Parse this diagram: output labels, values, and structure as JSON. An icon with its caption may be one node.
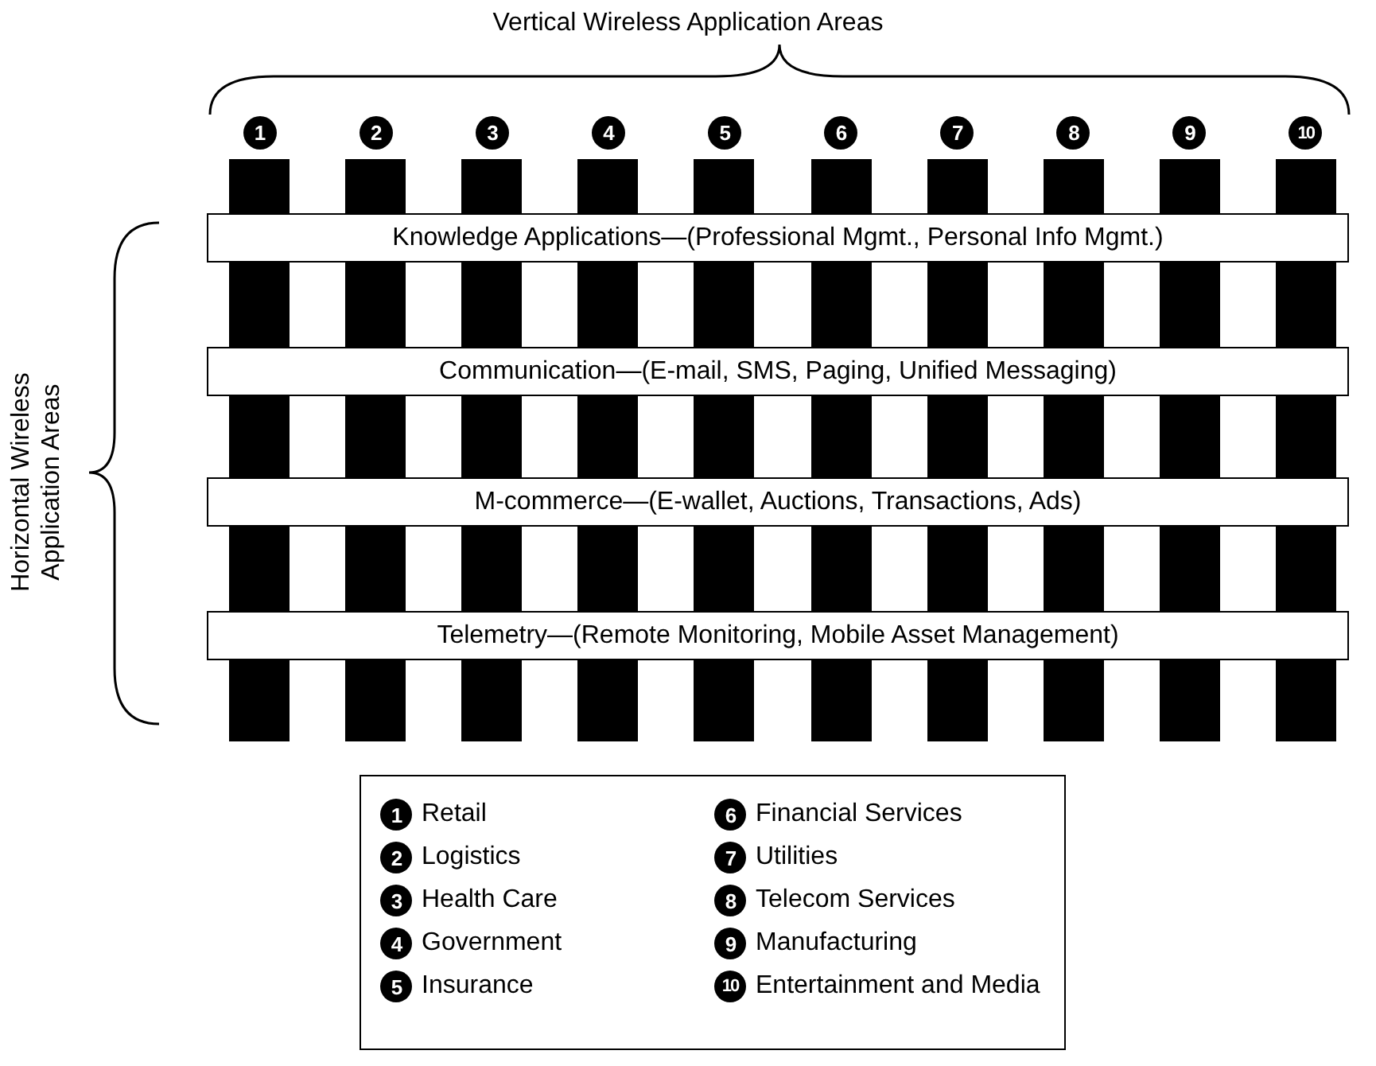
{
  "diagram": {
    "title": "Vertical Wireless Application Areas",
    "nodes": [
      {
        "text": [
          "Knowledge Applications—(Professional Mgmt., Personal Info Mgmt.)"
        ]
      },
      {
        "text": [
          "Communication—(E-mail, SMS, Paging, Unified Messaging)"
        ]
      },
      {
        "text": [
          "M-commerce—(E-wallet, Auctions, Transactions, Ads)"
        ]
      },
      {
        "text": [
          "Telemetry—(Remote Monitoring, Mobile Asset Management)"
        ]
      },
      {
        "text": [],
        "shape": "bar"
      },
      {
        "text": [],
        "shape": "bar"
      },
      {
        "text": [],
        "shape": "bar"
      },
      {
        "text": [],
        "shape": "bar"
      },
      {
        "text": [],
        "shape": "bar"
      },
      {
        "text": [],
        "shape": "bar"
      },
      {
        "text": [],
        "shape": "bar"
      },
      {
        "text": [],
        "shape": "bar"
      },
      {
        "text": [],
        "shape": "bar"
      },
      {
        "text": [],
        "shape": "bar"
      }
    ],
    "labels": [
      "Horizontal Wireless Application Areas",
      "1",
      "2",
      "3",
      "4",
      "5",
      "6",
      "7",
      "8",
      "9",
      "10",
      "1",
      "Retail",
      "6",
      "Financial Services",
      "2",
      "Logistics",
      "7",
      "Utilities",
      "3",
      "Health Care",
      "8",
      "Telecom Services",
      "4",
      "Government",
      "9",
      "Manufacturing",
      "5",
      "Insurance",
      "10",
      "Entertainment and Media"
    ]
  }
}
